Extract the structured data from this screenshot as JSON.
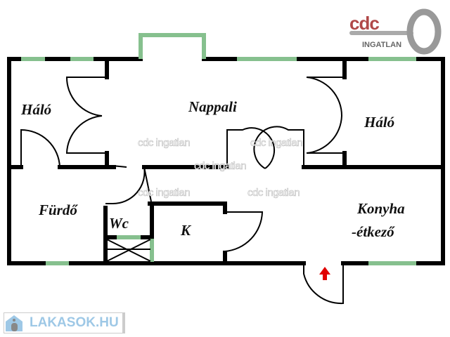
{
  "rooms": {
    "halo_left": "Háló",
    "nappali": "Nappali",
    "halo_right": "Háló",
    "furdo": "Fürdő",
    "wc": "Wc",
    "k": "K",
    "konyha_line1": "Konyha",
    "konyha_line2": "-étkező"
  },
  "watermark": "cdc ingatlan",
  "logo": {
    "brand": "cdc",
    "sub": "INGATLAN"
  },
  "badge": {
    "text": "LAKASOK.HU"
  },
  "colors": {
    "wall": "#000000",
    "window": "#86c08e",
    "entrance_arrow": "#e00000",
    "logo_red": "#b04848",
    "badge_blue": "#9ec8e6"
  }
}
